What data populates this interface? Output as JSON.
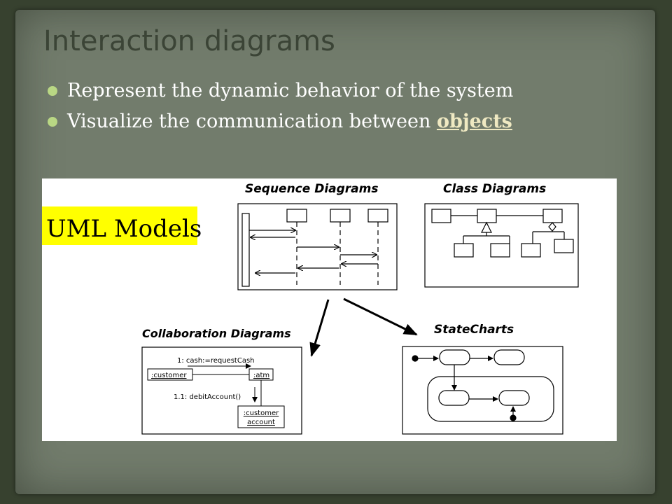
{
  "slide": {
    "title": "Interaction diagrams",
    "bullets": [
      {
        "text": "Represent the dynamic behavior of the system"
      },
      {
        "text_before": "Visualize the communication between ",
        "link": "objects"
      }
    ]
  },
  "figure": {
    "uml_label": "UML Models",
    "sequence_title": "Sequence Diagrams",
    "class_title": "Class Diagrams",
    "collab_title": "Collaboration Diagrams",
    "statecharts_title": "StateCharts",
    "collab": {
      "msg1": "1: cash:=requestCash",
      "msg2": "1.1: debitAccount()",
      "obj_customer": ":customer",
      "obj_atm": ":atm",
      "obj_account_line1": ":customer",
      "obj_account_line2": "account"
    }
  },
  "colors": {
    "background": "#727c6c",
    "title": "#3b4436",
    "bullet_dot": "#b9d784",
    "link": "#efe9c2",
    "uml_highlight": "#ffff00"
  }
}
